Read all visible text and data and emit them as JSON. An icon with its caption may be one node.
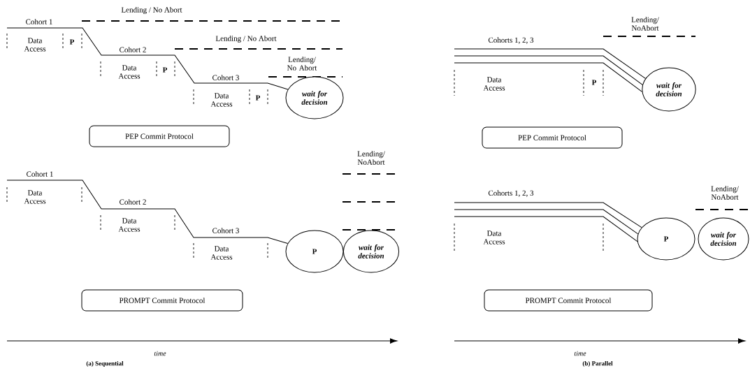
{
  "diagram": {
    "nodes": [
      {
        "text": [
          "PEP Commit Protocol"
        ]
      },
      {
        "text": [
          "wait for decision"
        ]
      },
      {
        "text": [
          "PROMPT Commit Protocol"
        ]
      },
      {
        "text": [
          "P"
        ]
      },
      {
        "text": [
          "wait for decision"
        ]
      },
      {
        "text": [
          "PEP Commit Protocol"
        ]
      },
      {
        "text": [
          "wait for decision"
        ]
      },
      {
        "text": [
          "PROMPT Commit Protocol"
        ]
      },
      {
        "text": [
          "P"
        ]
      },
      {
        "text": [
          "wait for decision"
        ]
      }
    ],
    "edges": [
      {
        "from": null,
        "to": 1,
        "arrow": "none"
      },
      {
        "from": null,
        "to": 3,
        "arrow": "none"
      },
      {
        "from": null,
        "to": 6,
        "arrow": "none"
      },
      {
        "from": null,
        "to": 6,
        "arrow": "none"
      },
      {
        "from": null,
        "to": 6,
        "arrow": "none"
      },
      {
        "from": null,
        "to": 8,
        "arrow": "none"
      },
      {
        "from": null,
        "to": 8,
        "arrow": "none"
      },
      {
        "from": null,
        "to": 8,
        "arrow": "none"
      }
    ],
    "labels": [
      "Lending / No Abort",
      "Cohort 1",
      "Data Access",
      "P",
      "Lending / No Abort",
      "Cohort 2",
      "Data Access",
      "P",
      "Lending/ No Abort",
      "Cohort 3",
      "Data Access",
      "P",
      "Lending/ NoAbort",
      "Cohort 1",
      "Data Access",
      "Cohort 2",
      "Data Access",
      "Cohort 3",
      "Data Access",
      "time",
      "(a) Sequential",
      "Lending/ NoAbort",
      "Cohorts 1, 2, 3",
      "Data Access",
      "P",
      "Cohorts 1, 2, 3",
      "Lending/ NoAbort",
      "Data Access",
      "time",
      "(b) Parallel"
    ]
  }
}
